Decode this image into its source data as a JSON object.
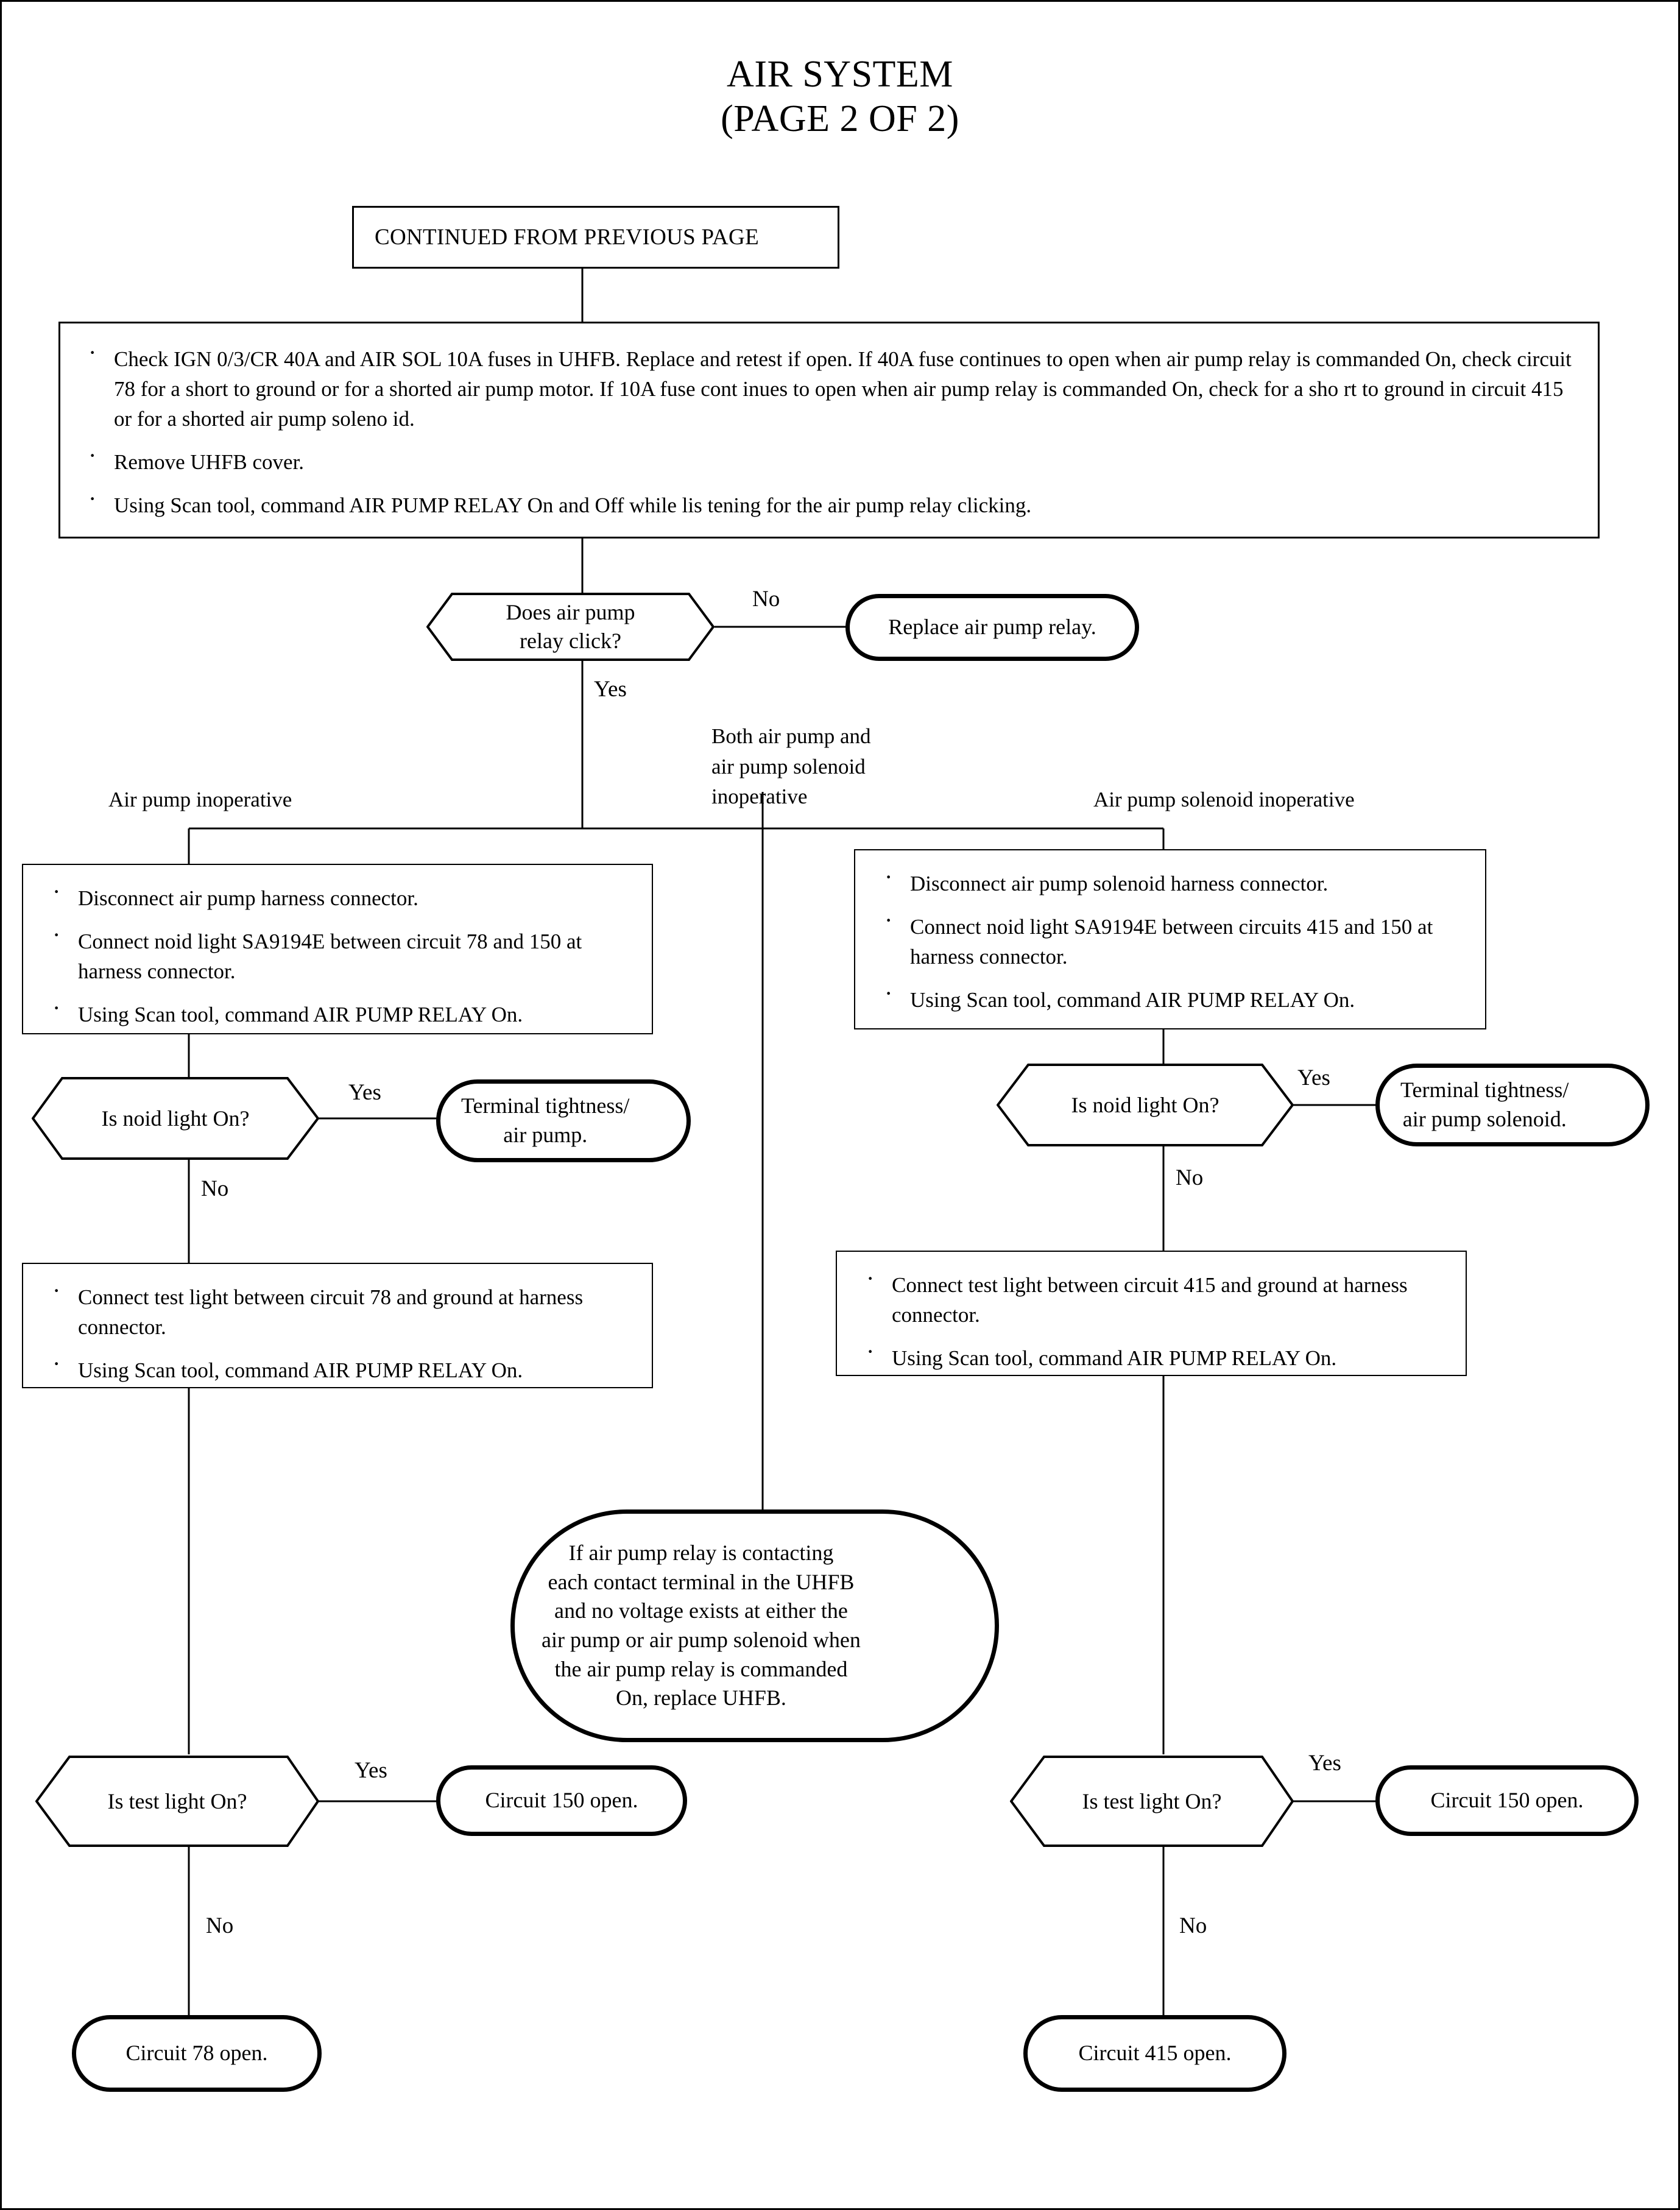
{
  "title": {
    "line1": "AIR SYSTEM",
    "line2": "(PAGE 2 OF 2)"
  },
  "nodes": {
    "continued": {
      "label": "CONTINUED FROM PREVIOUS PAGE"
    },
    "top_process": {
      "bullets": [
        "Check IGN 0/3/CR 40A and AIR SOL 10A fuses in UHFB. Replace  and retest if open. If 40A fuse continues to open when air pump relay is commanded On, check circuit 78 for a short to ground or for a shorted air pump motor. If 10A fuse cont inues to open when air pump relay is commanded On, check for a sho rt to ground in circuit 415 or for a shorted air pump soleno id.",
        "Remove UHFB cover.",
        "Using Scan tool, command AIR PUMP RELAY On and Off while lis tening for the air pump relay clicking."
      ]
    },
    "relay_click_decision": {
      "line1": "Does air pump",
      "line2": "relay click?"
    },
    "replace_relay": {
      "label": "Replace air pump relay."
    },
    "left_process": {
      "bullets": [
        "Disconnect air pump harness connector.",
        "Connect noid light SA9194E between circuit 78 and 150 at harness connector.",
        "Using Scan tool, command AIR PUMP RELAY On."
      ]
    },
    "right_process": {
      "bullets": [
        "Disconnect air pump solenoid harness connector.",
        "Connect noid light SA9194E between circuits 415 and 150 at harness connector.",
        "Using Scan tool, command AIR PUMP RELAY On."
      ]
    },
    "left_noid_decision": {
      "label": "Is noid light On?"
    },
    "right_noid_decision": {
      "label": "Is noid light On?"
    },
    "left_terminal_tightness": {
      "line1": "Terminal tightness/",
      "line2": "air pump."
    },
    "right_terminal_tightness": {
      "line1": "Terminal tightness/",
      "line2": "air pump solenoid."
    },
    "left_testlight_process": {
      "bullets": [
        "Connect test light between circuit 78 and ground at harness connector.",
        "Using Scan tool, command AIR PUMP RELAY On."
      ]
    },
    "right_testlight_process": {
      "bullets": [
        "Connect test light between circuit 415 and ground at harness connector.",
        "Using Scan tool, command AIR PUMP RELAY On."
      ]
    },
    "center_uhfb_note": {
      "lines": [
        "If air pump relay is contacting",
        "each contact terminal in the UHFB",
        "and no voltage exists at either the",
        "air pump or air pump solenoid when",
        "the air pump relay is commanded",
        "On, replace UHFB."
      ]
    },
    "left_testlight_decision": {
      "label": "Is test light On?"
    },
    "right_testlight_decision": {
      "label": "Is test light On?"
    },
    "left_circuit150": {
      "label": "Circuit 150 open."
    },
    "right_circuit150": {
      "label": "Circuit 150 open."
    },
    "left_circuit78": {
      "label": "Circuit 78 open."
    },
    "right_circuit415": {
      "label": "Circuit 415 open."
    }
  },
  "edge_labels": {
    "relay_no": "No",
    "relay_yes": "Yes",
    "left_noid_yes": "Yes",
    "left_noid_no": "No",
    "right_noid_yes": "Yes",
    "right_noid_no": "No",
    "left_test_yes": "Yes",
    "left_test_no": "No",
    "right_test_yes": "Yes",
    "right_test_no": "No"
  },
  "branch_labels": {
    "left": "Air pump inoperative",
    "center": "Both air pump and\nair pump solenoid\ninoperative",
    "right": "Air pump solenoid inoperative"
  },
  "colors": {
    "ink": "#000000",
    "paper": "#ffffff"
  }
}
